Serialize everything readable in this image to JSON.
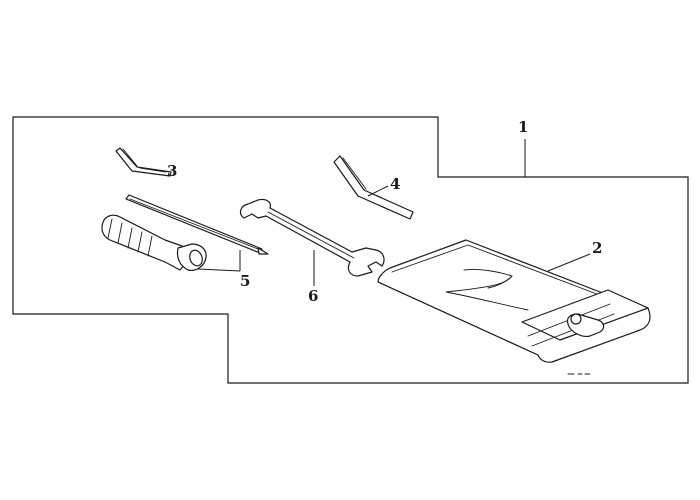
{
  "diagram": {
    "callouts": [
      {
        "id": "kit",
        "number": "1"
      },
      {
        "id": "bag",
        "number": "2"
      },
      {
        "id": "small-hex-key",
        "number": "3"
      },
      {
        "id": "large-hex-key",
        "number": "4"
      },
      {
        "id": "screwdriver",
        "number": "5"
      },
      {
        "id": "wrench",
        "number": "6"
      }
    ]
  },
  "colors": {
    "line": "#1a1a1a",
    "background": "#ffffff"
  }
}
